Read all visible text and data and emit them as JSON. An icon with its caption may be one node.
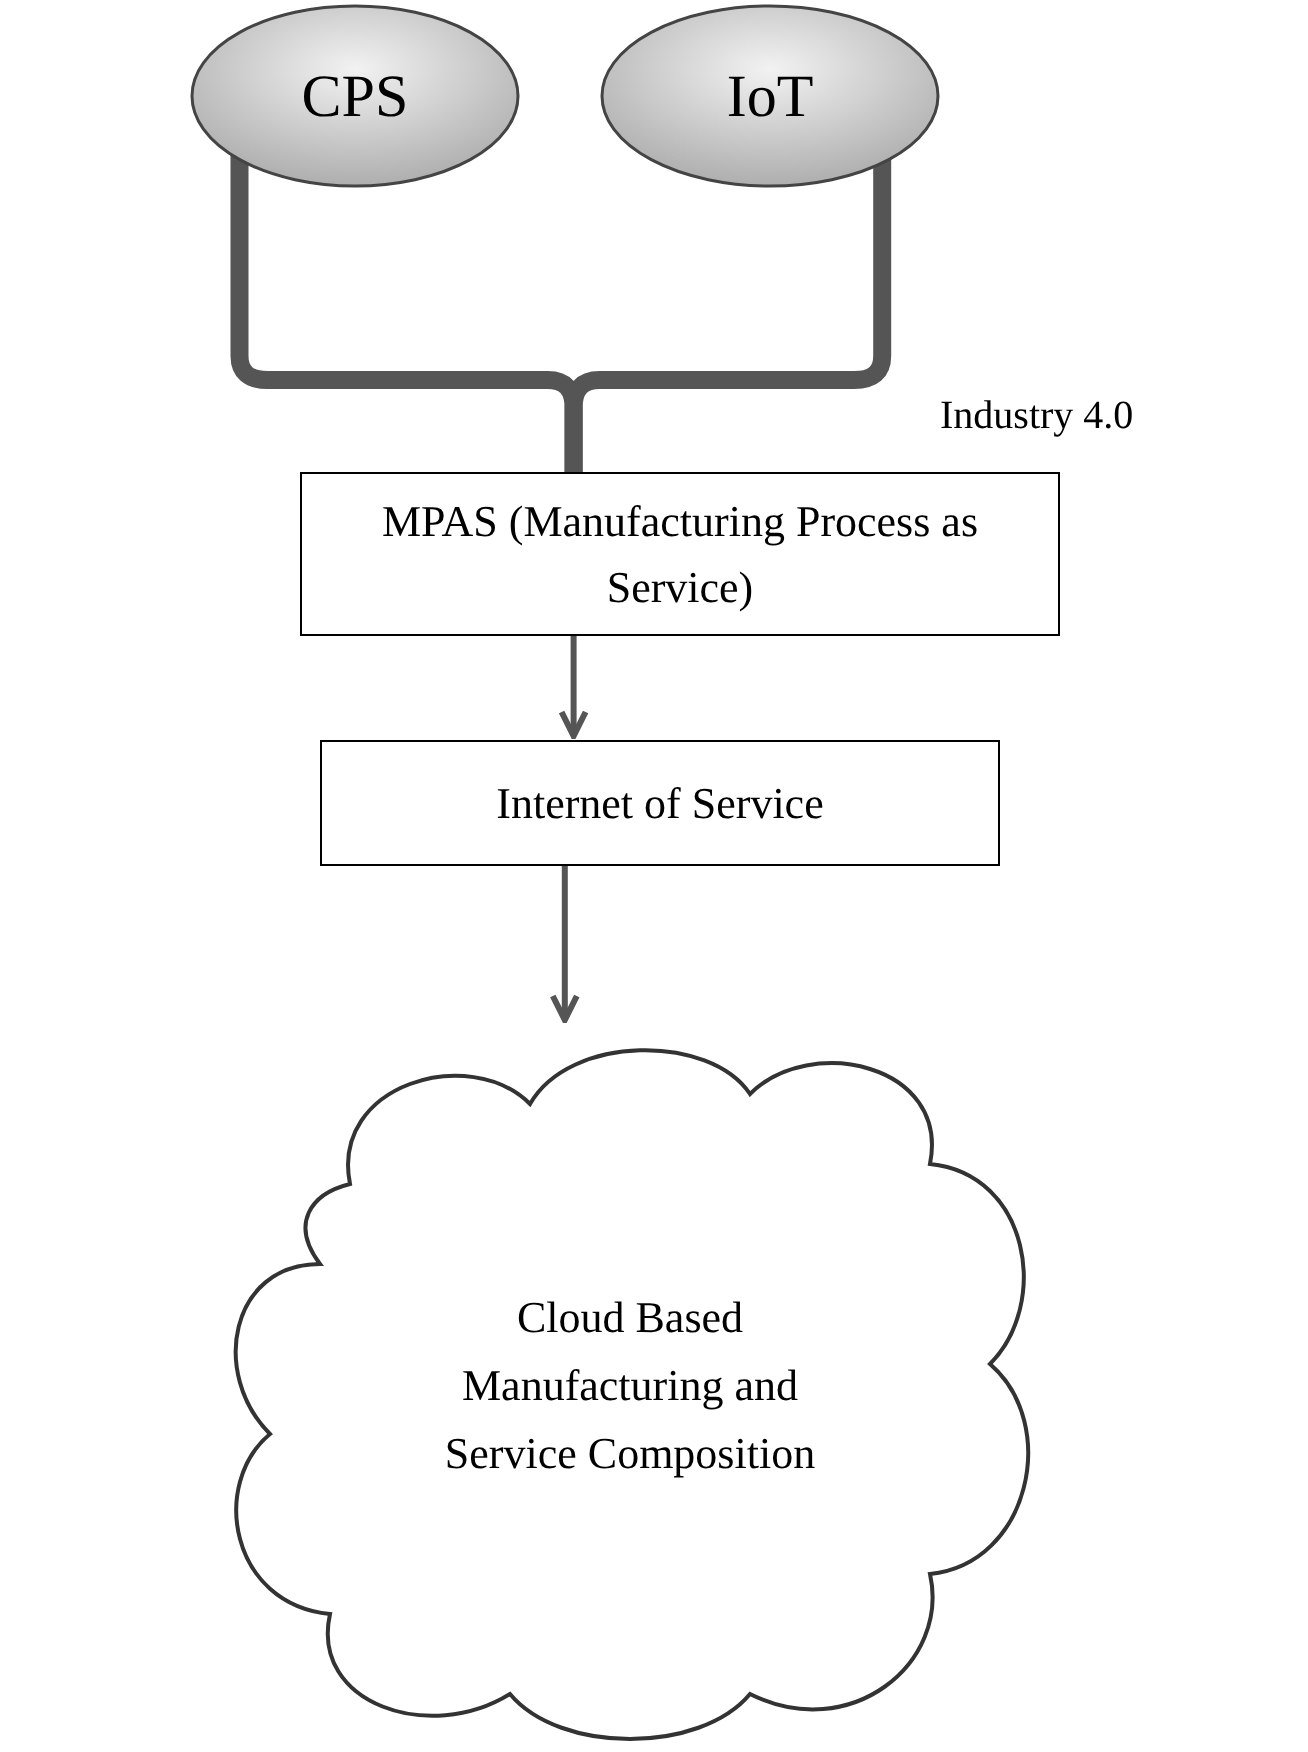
{
  "diagram": {
    "nodes": [
      {
        "text": [
          "CPS"
        ]
      },
      {
        "text": [
          "IoT"
        ]
      },
      {
        "text": [
          "MPAS  (Manufacturing Process as Service)"
        ]
      },
      {
        "text": [
          "Internet of Service"
        ]
      },
      {
        "text": [
          "Cloud Based Manufacturing and Service Composition"
        ]
      }
    ],
    "edges": [
      {
        "from": 0,
        "to": 2,
        "arrow": "none",
        "style": "thick"
      },
      {
        "from": 1,
        "to": 2,
        "arrow": "none",
        "style": "thick"
      },
      {
        "from": 2,
        "to": 3,
        "arrow": "to"
      },
      {
        "from": 3,
        "to": 4,
        "arrow": "to"
      }
    ],
    "labels": [
      "Industry 4.0"
    ]
  }
}
